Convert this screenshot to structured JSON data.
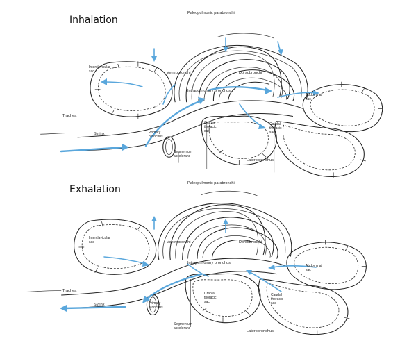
{
  "panels": [
    {
      "title": "Inhalation",
      "labels": {
        "paleopulmonic": "Paleopulmonic parabronchi",
        "interclavicular": "Interclavicular\nsac",
        "ventrobronchi": "Ventrobronchi",
        "dorsobronchi": "Dorsobronchi",
        "intrapulmonary": "Intrapulmonary bronchus",
        "abdominal": "Abdominal\nsac",
        "trachea": "Trachea",
        "syrinx": "Syrinx",
        "cranial": "Cranial\nthoracic\nsac",
        "caudal": "Caudal\nthoracic\nsac",
        "primary": "Primary\nbronchus",
        "segmentum": "Segmentum\naccelerans",
        "laterobronchus": "Laterobronchus"
      }
    },
    {
      "title": "Exhalation",
      "labels": {
        "paleopulmonic": "Paleopulmonic parabronchi",
        "interclavicular": "Interclavicular\nsac",
        "ventrobronchi": "Ventrobronchi",
        "dorsobronchi": "Dorsobronchi",
        "intrapulmonary": "Intrapulmonary bronchus",
        "abdominal": "Abdominal\nsac",
        "trachea": "Trachea",
        "syrinx": "Syrinx",
        "cranial": "Cranial\nthoracic\nsac",
        "caudal": "Caudal\nthoracic\nsac",
        "primary": "Primary\nbronchus",
        "segmentum": "Segmentum\naccelerans",
        "laterobronchus": "Laterobronchus"
      }
    }
  ],
  "colors": {
    "airflow": "#5aa7dc",
    "ink": "#222222",
    "background": "#ffffff"
  }
}
